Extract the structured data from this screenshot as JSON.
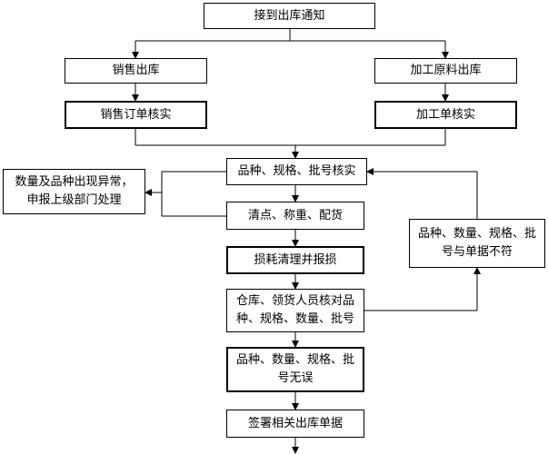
{
  "nodes": {
    "receive_notice": "接到出库通知",
    "sales_out": "销售出库",
    "material_out": "加工原料出库",
    "sales_order_check": "销售订单核实",
    "process_order_check": "加工单核实",
    "variety_check": "品种、规格、批号核实",
    "exception_report": "数量及品种出现异常，\n申报上级部门处理",
    "count_weigh": "清点、称重、配货",
    "mismatch": "品种、数量、规格、批\n号与单据不符",
    "loss_clean": "损耗清理并报损",
    "staff_verify": "仓库、领货人员核对品\n种、规格、数量、批号",
    "no_error": "品种、数量、规格、批\n号无误",
    "sign_docs": "签署相关出库单据"
  }
}
